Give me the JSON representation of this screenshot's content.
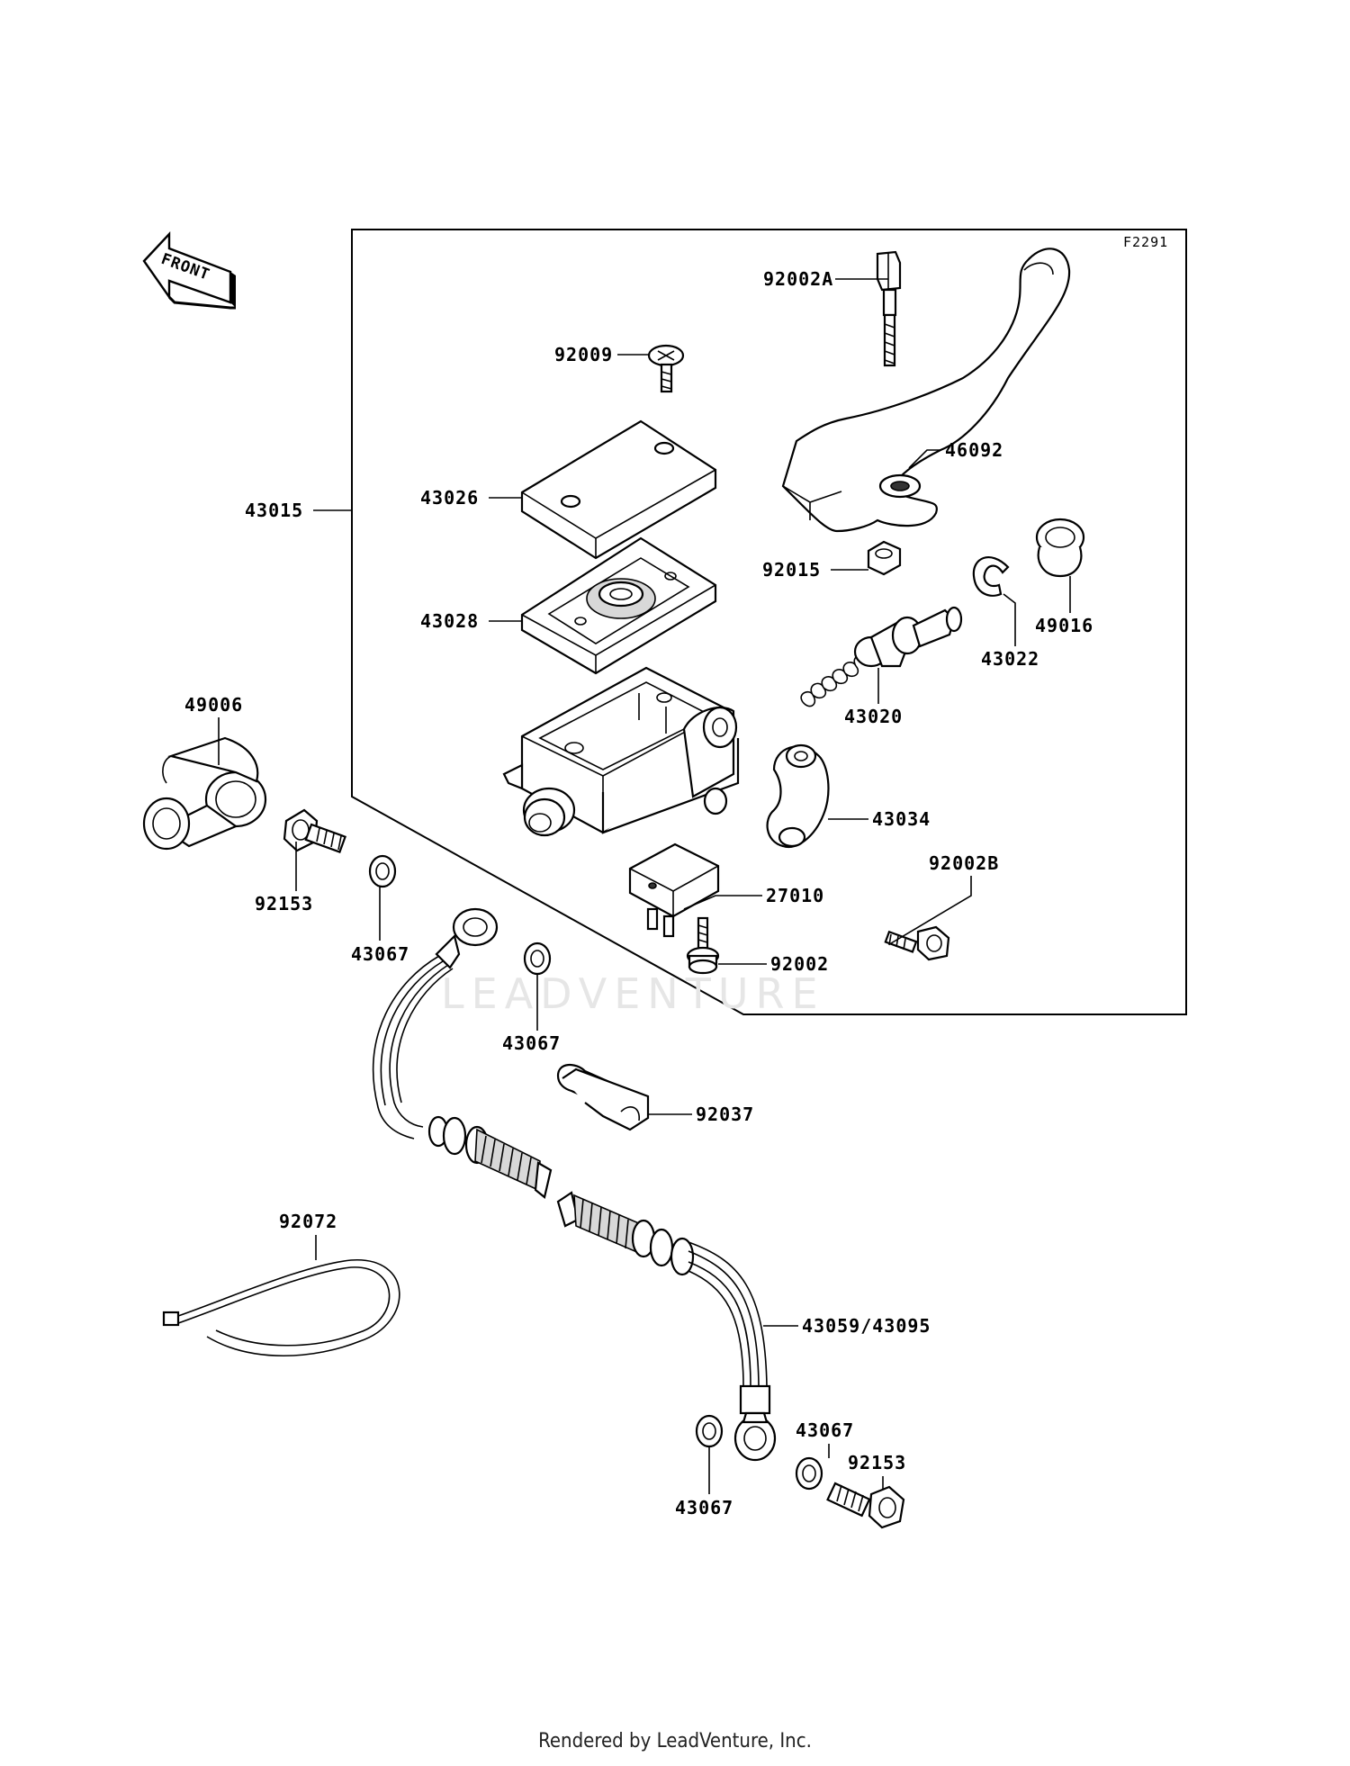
{
  "diagram_code": "F2291",
  "front_label": "FRONT",
  "watermark": "LEADVENTURE",
  "footer": "Rendered by LeadVenture, Inc.",
  "callouts": {
    "p92002A": "92002A",
    "p92009": "92009",
    "p46092": "46092",
    "p43015": "43015",
    "p43026": "43026",
    "p92015": "92015",
    "p49016": "49016",
    "p43028": "43028",
    "p43022": "43022",
    "p43020": "43020",
    "p49006": "49006",
    "p43034": "43034",
    "p92002B": "92002B",
    "p27010": "27010",
    "p92153_top": "92153",
    "p43067_a": "43067",
    "p92002": "92002",
    "p43067_b": "43067",
    "p92037": "92037",
    "p92072": "92072",
    "p43059_43095": "43059/43095",
    "p43067_c": "43067",
    "p92153_bottom": "92153",
    "p43067_d": "43067"
  }
}
